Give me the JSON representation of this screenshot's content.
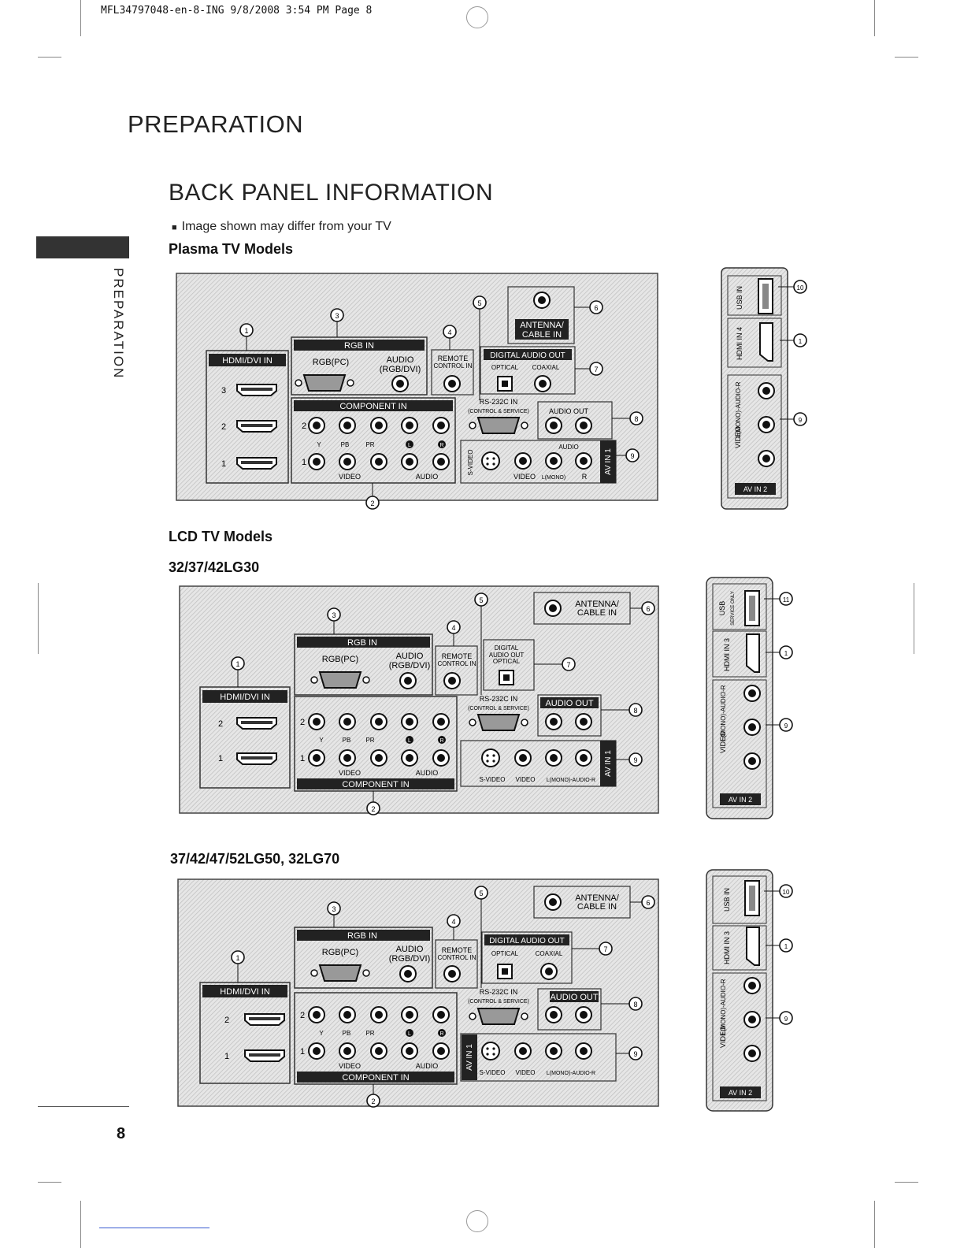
{
  "header_line": "MFL34797048-en-8-ING  9/8/2008  3:54 PM  Page 8",
  "section_title": "PREPARATION",
  "side_label": "PREPARATION",
  "page_title": "BACK PANEL INFORMATION",
  "note": "Image shown may differ from your TV",
  "page_number": "8",
  "models": [
    {
      "heading": "Plasma TV Models"
    },
    {
      "heading": "LCD TV Models",
      "subheading": "32/37/42LG30"
    },
    {
      "subheading": "37/42/47/52LG50, 32LG70"
    }
  ],
  "labels": {
    "hdmi_dvi_in": "HDMI/DVI IN",
    "rgb_in": "RGB IN",
    "rgb_pc": "RGB(PC)",
    "audio": "AUDIO",
    "rgb_dvi": "(RGB/DVI)",
    "remote": "REMOTE",
    "control_in": "CONTROL IN",
    "rs232c_in": "RS-232C IN",
    "control_service": "(CONTROL & SERVICE)",
    "component_in": "COMPONENT IN",
    "digital_audio_out": "DIGITAL AUDIO OUT",
    "digital": "DIGITAL",
    "audio_out_small": "AUDIO OUT",
    "optical": "OPTICAL",
    "coaxial": "COAXIAL",
    "antenna": "ANTENNA/",
    "cable_in": "CABLE IN",
    "audio_out": "AUDIO OUT",
    "s_video": "S-VIDEO",
    "video": "VIDEO",
    "l_mono": "L(MONO)",
    "r": "R",
    "l_mono_audio_r": "L(MONO)-AUDIO-R",
    "av_in_1": "AV IN 1",
    "av_in_2": "AV IN 2",
    "usb_in": "USB IN",
    "usb": "USB",
    "service_only": "SERVICE ONLY",
    "hdmi_in_4": "HDMI IN 4",
    "hdmi_in_3": "HDMI IN 3",
    "y": "Y",
    "pb": "PB",
    "pr": "PR",
    "audio_small": "AUDIO",
    "video_small": "VIDEO",
    "l_circle": "L",
    "r_circle": "R",
    "n1": "1",
    "n2": "2",
    "n3": "3",
    "c1": "1",
    "c2": "2",
    "c3": "3",
    "c4": "4",
    "c5": "5",
    "c6": "6",
    "c7": "7",
    "c8": "8",
    "c9": "9",
    "c10": "10",
    "c11": "11"
  }
}
